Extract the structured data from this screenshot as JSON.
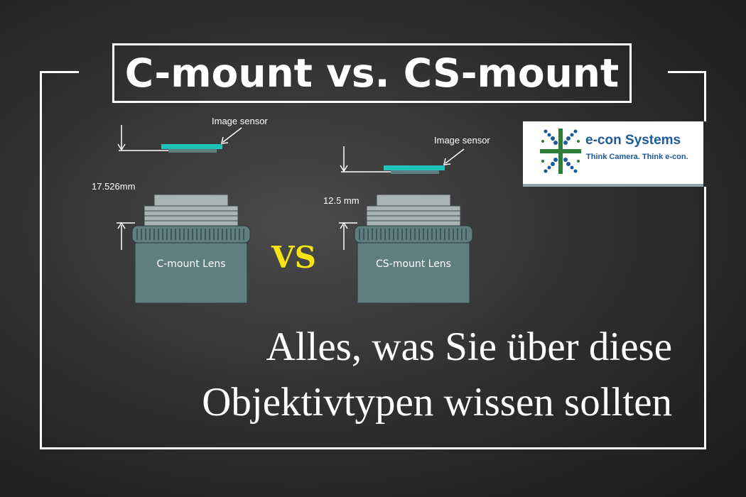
{
  "title": "C-mount vs. CS-mount",
  "vs_label": "VS",
  "subtitle": {
    "line1": "Alles, was Sie über diese",
    "line2": "Objektivtypen wissen sollten"
  },
  "logo": {
    "name": "e-con Systems",
    "tagline": "Think Camera. Think e-con.",
    "colors": {
      "blue": "#1d5a9c",
      "green": "#2e7d3a"
    }
  },
  "left_diagram": {
    "sensor_label": "Image sensor",
    "distance": "17.526mm",
    "lens_label": "C-mount Lens"
  },
  "right_diagram": {
    "sensor_label": "Image sensor",
    "distance": "12.5 mm",
    "lens_label": "CS-mount Lens"
  },
  "colors": {
    "frame": "#ffffff",
    "sensor_cyan": "#1fc4b8",
    "sensor_dark": "#5f7f7f",
    "lens_body": "#5f7f7f",
    "lens_top": "#a9b4b4",
    "vs": "#f4e415"
  }
}
